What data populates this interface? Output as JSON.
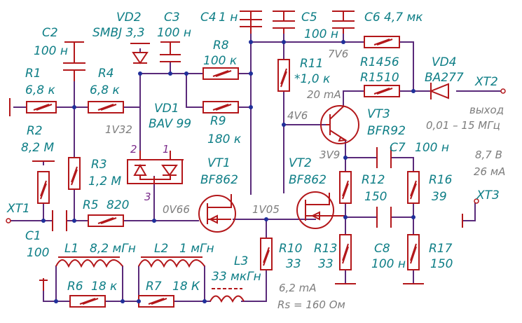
{
  "labels": {
    "VD2": "VD2",
    "VD2_val": "SMBJ 3,3",
    "C3": "C3",
    "C3_val": "100 н",
    "C4": "C4",
    "C4_val": "1 н",
    "C5": "C5",
    "C5_val": "100 н",
    "C6": "C6",
    "C6_val": "4,7 мк",
    "C2": "C2",
    "C2_val": "100 н",
    "R1": "R1",
    "R1_val": "6,8 к",
    "R4": "R4",
    "R4_val": "6,8 к",
    "R8": "R8",
    "R8_val": "100 к",
    "R11": "R11",
    "R11_val": "*1,0 к",
    "R14": "R14",
    "R14_val": "56",
    "R15": "R15",
    "R15_val": "10",
    "VD4": "VD4",
    "VD4_val": "BA277",
    "XT2": "XT2",
    "VD1": "VD1",
    "VD1_val": "BAV 99",
    "R9": "R9",
    "R9_val": "180 к",
    "R2": "R2",
    "R2_val": "8,2 М",
    "R3": "R3",
    "R3_val": "1,2 М",
    "VT1": "VT1",
    "VT1_val": "BF862",
    "VT2": "VT2",
    "VT2_val": "BF862",
    "VT3": "VT3",
    "VT3_val": "BFR92",
    "C7": "C7",
    "C7_val": "100 н",
    "R12": "R12",
    "R12_val": "150",
    "R16": "R16",
    "R16_val": "39",
    "XT1": "XT1",
    "R5": "R5",
    "R5_val": "820",
    "XT3": "XT3",
    "C1": "C1",
    "C1_val": "100",
    "R10": "R10",
    "R10_val": "33",
    "R13": "R13",
    "R13_val": "33",
    "C8": "C8",
    "C8_val": "100 н",
    "R17": "R17",
    "R17_val": "150",
    "L1": "L1",
    "L1_val": "8,2 мГн",
    "L2": "L2",
    "L2_val": "1 мГн",
    "L3": "L3",
    "L3_val": "33 мкГн",
    "R6": "R6",
    "R6_val": "18 к",
    "R7": "R7",
    "R7_val": "18 К"
  },
  "annotations": {
    "v_7v6": "7V6",
    "i_20ma": "20 mA",
    "v_4v6": "4V6",
    "v_1v32": "1V32",
    "v_3v9": "3V9",
    "out_title": "выход",
    "out_range": "0,01 – 15 МГц",
    "sup_v": "8,7 В",
    "sup_i": "26 мА",
    "v_0v66": "0V66",
    "v_1v05": "1V05",
    "i_6_2ma": "6,2 mA",
    "rs": "Rs = 160 Ом",
    "pin1": "1",
    "pin2": "2",
    "pin3": "3"
  }
}
